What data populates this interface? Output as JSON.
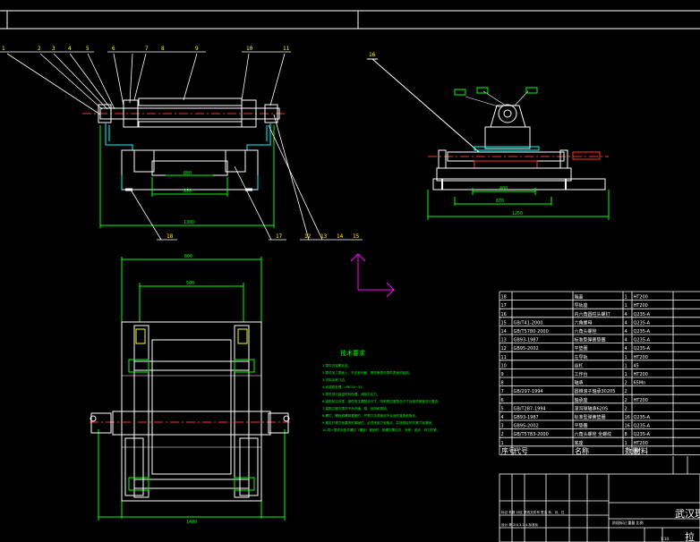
{
  "balloons_front": [
    "1",
    "2",
    "3",
    "4",
    "5",
    "6",
    "7",
    "8",
    "9",
    "10",
    "11"
  ],
  "balloons_front_lower": [
    "18",
    "17",
    "12",
    "13",
    "14",
    "15"
  ],
  "balloon_side": "16",
  "tech_title": "技术要求",
  "tech_notes": [
    "1.零件去除氧化皮。",
    "2.零件加工表面上，不应有划痕、擦伤等损伤零件表面的缺陷。",
    "3.去除毛刺飞边。",
    "4.经调质处理，HRC50~55。",
    "5.零件进行高温时效处理，消除内应力。",
    "6.装配前应对零、部件的主要配合尺寸，特别是过盈配合尺寸及相关精度进行复查。",
    "7.装配过程中零件不允许磕、碰、划伤和锈蚀。",
    "8.螺钉、螺栓和螺母紧固时，严禁打击或使用不合适的旋具和扳手。",
    "9.规定拧紧力矩要求的紧固件，必须采用力矩扳手，并按规定的拧紧力矩紧固。",
    "10.同一零件用多件螺钉（螺栓）紧固时，各螺钉需交叉、对称、逐步、均匀拧紧。"
  ],
  "bom_rows": [
    {
      "no": "18",
      "code": "",
      "name": "端盖",
      "qty": "1",
      "mat": "HT200"
    },
    {
      "no": "17",
      "code": "",
      "name": "导轨座",
      "qty": "1",
      "mat": "HT200"
    },
    {
      "no": "16",
      "code": "",
      "name": "内六角圆柱头螺钉",
      "qty": "4",
      "mat": "Q235-A"
    },
    {
      "no": "15",
      "code": "GB/T41-2000",
      "name": "六角螺母",
      "qty": "4",
      "mat": "Q235-A"
    },
    {
      "no": "14",
      "code": "GB/T5780-2000",
      "name": "六角头螺栓",
      "qty": "4",
      "mat": "Q235-A"
    },
    {
      "no": "13",
      "code": "GB93-1987",
      "name": "标准型弹簧垫圈",
      "qty": "4",
      "mat": "Q235-A"
    },
    {
      "no": "12",
      "code": "GB95-2002",
      "name": "平垫圈",
      "qty": "4",
      "mat": "Q235-A"
    },
    {
      "no": "11",
      "code": "",
      "name": "左导轨",
      "qty": "1",
      "mat": "HT200"
    },
    {
      "no": "10",
      "code": "",
      "name": "丝杠",
      "qty": "1",
      "mat": "45"
    },
    {
      "no": "9",
      "code": "",
      "name": "工作台",
      "qty": "1",
      "mat": "HT200"
    },
    {
      "no": "8",
      "code": "",
      "name": "轴承",
      "qty": "2",
      "mat": "65Mn"
    },
    {
      "no": "7",
      "code": "GB/297-1994",
      "name": "圆锥滚子轴承30205",
      "qty": "2",
      "mat": ""
    },
    {
      "no": "6",
      "code": "",
      "name": "轴承座",
      "qty": "2",
      "mat": "HT200"
    },
    {
      "no": "5",
      "code": "GB/T287-1994",
      "name": "深沟球轴承6205",
      "qty": "2",
      "mat": ""
    },
    {
      "no": "4",
      "code": "GB93-1987",
      "name": "标准型弹簧垫圈",
      "qty": "16",
      "mat": "Q235-A"
    },
    {
      "no": "3",
      "code": "GB95-2002",
      "name": "平垫圈",
      "qty": "16",
      "mat": "Q235-A"
    },
    {
      "no": "2",
      "code": "GB/T5783-2000",
      "name": "六角头螺栓 全螺纹",
      "qty": "8",
      "mat": "Q235-A"
    },
    {
      "no": "1",
      "code": "",
      "name": "底座",
      "qty": "1",
      "mat": "HT200"
    }
  ],
  "bom_header": {
    "no": "序号",
    "code": "代号",
    "name": "名称",
    "qty": "数量",
    "mat": "材料"
  },
  "title_block": {
    "company": "武汉理",
    "drawing_name": "拉",
    "sheet_labels": "阶段标记  重量  比例",
    "scale": "1:10",
    "row_labels": "标记 处数 分区 更改文件号 签名 年、月、日",
    "design_label": "设计 杨 2013-1-4 标准化"
  },
  "colors": {
    "line": "#ffffff",
    "dim": "#00ff00",
    "center": "#ff3030",
    "cyan": "#00ffff",
    "magenta": "#ff00ff",
    "yellow": "#ffff00",
    "text": "#ffff00"
  }
}
